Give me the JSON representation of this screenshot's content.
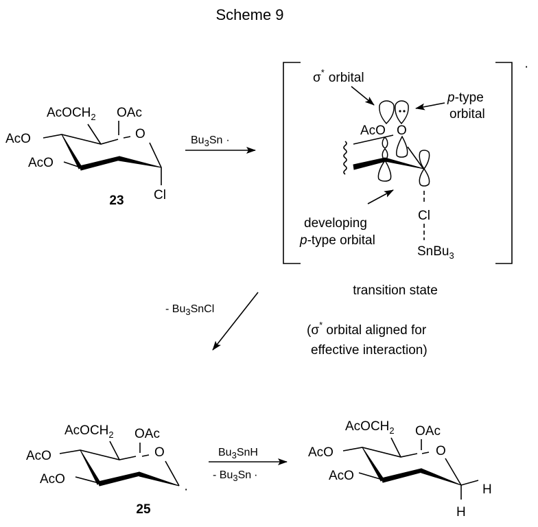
{
  "title": "Scheme 9",
  "compound_23": {
    "label": "23",
    "sub_CH2": "AcOCH",
    "sub_CH2_index": "2",
    "sub_OAc_top": "OAc",
    "ring_O": "O",
    "sub_4": "AcO",
    "sub_3": "AcO",
    "anomeric": "Cl"
  },
  "step1": {
    "reagent_prefix": "Bu",
    "reagent_index": "3",
    "reagent_suffix": "Sn",
    "radical_dot": "·"
  },
  "transition_state": {
    "sigma_label": "σ",
    "sigma_star": "*",
    "sigma_text": "orbital",
    "p_type_line1_italic": "p",
    "p_type_line1_rest": "-type",
    "p_type_line2": "orbital",
    "AcO_label": "AcO",
    "O_label": "O",
    "developing_line1": "developing",
    "developing_line2_italic": "p",
    "developing_line2_rest": "-type orbital",
    "Cl_label": "Cl",
    "Sn_label": "SnBu",
    "Sn_index": "3",
    "bracket_dot": "·",
    "caption": "transition state",
    "note_line1_prefix": "(σ",
    "note_line1_star": "*",
    "note_line1_rest": " orbital aligned for",
    "note_line2": "effective interaction)"
  },
  "step2": {
    "byproduct_prefix": "- Bu",
    "byproduct_index": "3",
    "byproduct_suffix": "SnCl"
  },
  "compound_25": {
    "label": "25",
    "sub_CH2": "AcOCH",
    "sub_CH2_index": "2",
    "sub_OAc_top": "OAc",
    "ring_O": "O",
    "sub_4": "AcO",
    "sub_3": "AcO",
    "radical_dot": "·"
  },
  "step3": {
    "reagent_prefix": "Bu",
    "reagent_index": "3",
    "reagent_suffix": "SnH",
    "byproduct_prefix": "- Bu",
    "byproduct_index": "3",
    "byproduct_suffix": "Sn",
    "radical_dot": "·"
  },
  "product": {
    "sub_CH2": "AcOCH",
    "sub_CH2_index": "2",
    "sub_OAc_top": "OAc",
    "ring_O": "O",
    "sub_4": "AcO",
    "sub_3": "AcO",
    "H1": "H",
    "H2": "H"
  }
}
